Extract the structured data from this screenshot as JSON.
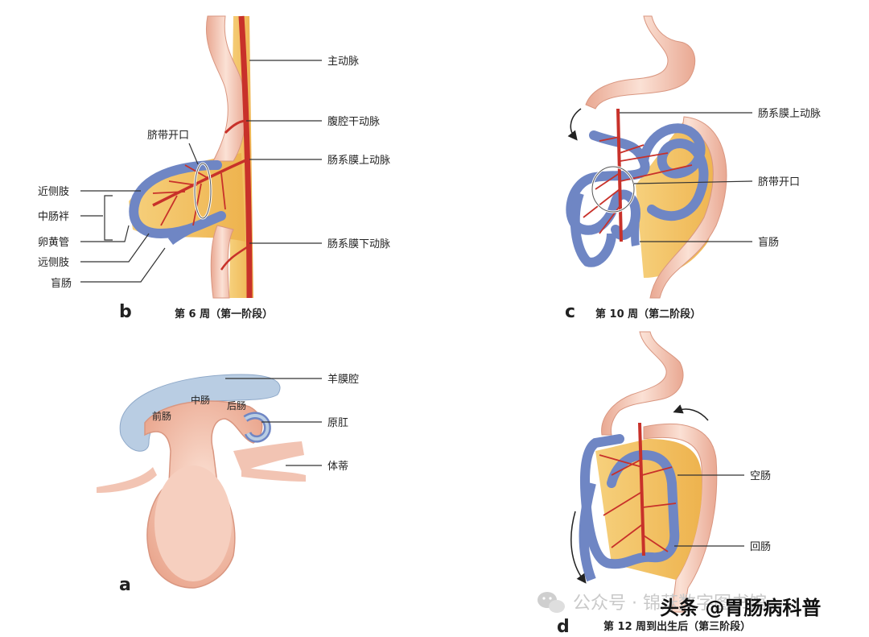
{
  "panels": {
    "b": {
      "letter": "b",
      "caption": "第 6 周（第一阶段）",
      "labels": {
        "aorta": "主动脉",
        "celiac": "腹腔干动脉",
        "sma": "肠系膜上动脉",
        "ima": "肠系膜下动脉",
        "umbilical_opening": "脐带开口",
        "proximal_limb": "近侧肢",
        "midgut_loop": "中肠袢",
        "vitelline_duct": "卵黄管",
        "distal_limb": "远侧肢",
        "cecum": "盲肠"
      }
    },
    "c": {
      "letter": "c",
      "caption": "第 10 周（第二阶段）",
      "labels": {
        "sma": "肠系膜上动脉",
        "umbilical_opening": "脐带开口",
        "cecum": "盲肠"
      }
    },
    "a": {
      "letter": "a",
      "labels": {
        "amniotic_cavity": "羊膜腔",
        "midgut": "中肠",
        "foregut": "前肠",
        "hindgut": "后肠",
        "cloaca": "原肛",
        "body_stalk": "体蒂"
      }
    },
    "d": {
      "letter": "d",
      "caption": "第 12 周到出生后（第三阶段）",
      "labels": {
        "jejunum": "空肠",
        "ileum": "回肠"
      }
    }
  },
  "watermark": {
    "icon": "wechat-icon",
    "text": "公众号 · 锦莯数字图书馆",
    "overlay": "头条 @胃肠病科普"
  },
  "colors": {
    "gut_pink": "#f2c4b3",
    "mesentery": "#f3c56b",
    "artery": "#c8312a",
    "vein_blue": "#6f86c4",
    "amnion": "#b9cde3"
  }
}
